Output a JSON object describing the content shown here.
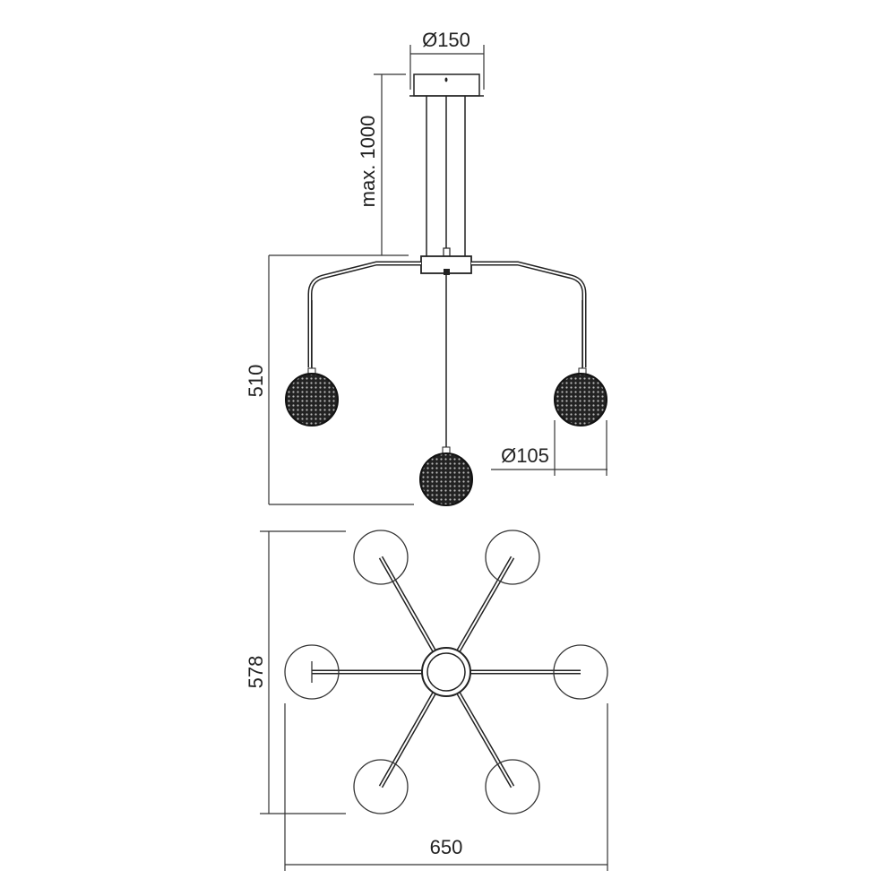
{
  "dimensions": {
    "canopy_diameter": "Ø150",
    "max_height": "max. 1000",
    "fixture_height": "510",
    "globe_diameter": "Ø105",
    "top_view_depth": "578",
    "top_view_width": "650"
  }
}
